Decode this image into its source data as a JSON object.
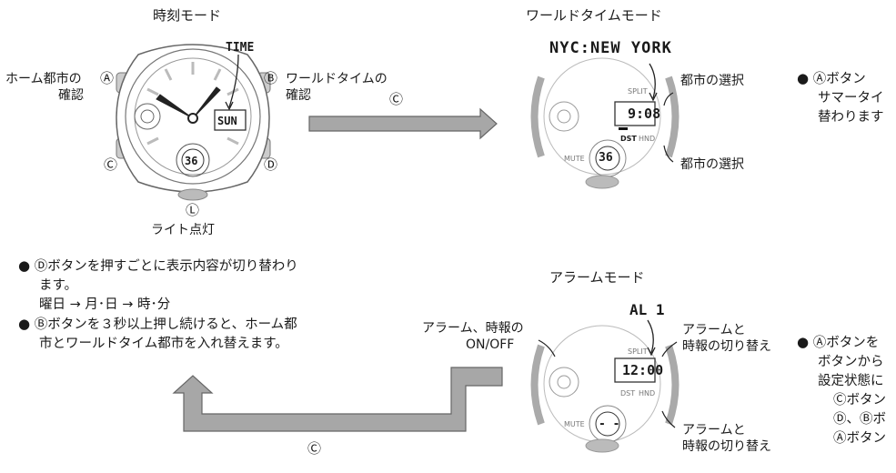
{
  "timekeeping": {
    "title": "時刻モード",
    "display_top": "TIME",
    "display_day": "SUN",
    "display_sub": "36",
    "label_a": "ホーム都市の",
    "label_a2": "確認",
    "label_b": "ワールドタイムの",
    "label_b2": "確認",
    "label_light": "ライト点灯",
    "btn_a": "Ⓐ",
    "btn_b": "Ⓑ",
    "btn_c": "Ⓒ",
    "btn_d": "Ⓓ",
    "btn_l": "Ⓛ"
  },
  "arrow_right": {
    "label": "Ⓒ"
  },
  "arrow_left": {
    "label": "Ⓒ"
  },
  "world_time": {
    "title": "ワールドタイムモード",
    "city": "NYC:NEW YORK",
    "time": "9:08",
    "dst": "DST",
    "hnd": "HND",
    "split": "SPLIT",
    "mute": "MUTE",
    "sub": "36",
    "city_select_top": "都市の選択",
    "city_select_bottom": "都市の選択"
  },
  "alarm": {
    "title": "アラームモード",
    "display_top": "AL 1",
    "time": "12:00",
    "dst": "DST",
    "hnd": "HND",
    "split": "SPLIT",
    "mute": "MUTE",
    "sub": "- -",
    "label_onoff_1": "アラーム、時報の",
    "label_onoff_2": "ON/OFF",
    "label_switch_top_1": "アラームと",
    "label_switch_top_2": "時報の切り替え",
    "label_switch_bottom_1": "アラームと",
    "label_switch_bottom_2": "時報の切り替え"
  },
  "notes_left": [
    "Ⓓボタンを押すごとに表示内容が切り替わり",
    "ます。",
    "曜日 → 月･日 → 時･分",
    "Ⓑボタンを３秒以上押し続けると、ホーム都",
    "市とワールドタイム都市を入れ替えます。"
  ],
  "notes_right_top": [
    "Ⓐボタン",
    "サマータイ",
    "替わります"
  ],
  "notes_right_bottom": [
    "Ⓐボタンを",
    "ボタンから",
    "設定状態に",
    "Ⓒボタン",
    "Ⓓ、Ⓑボ",
    "Ⓐボタン"
  ],
  "bullet": "●"
}
